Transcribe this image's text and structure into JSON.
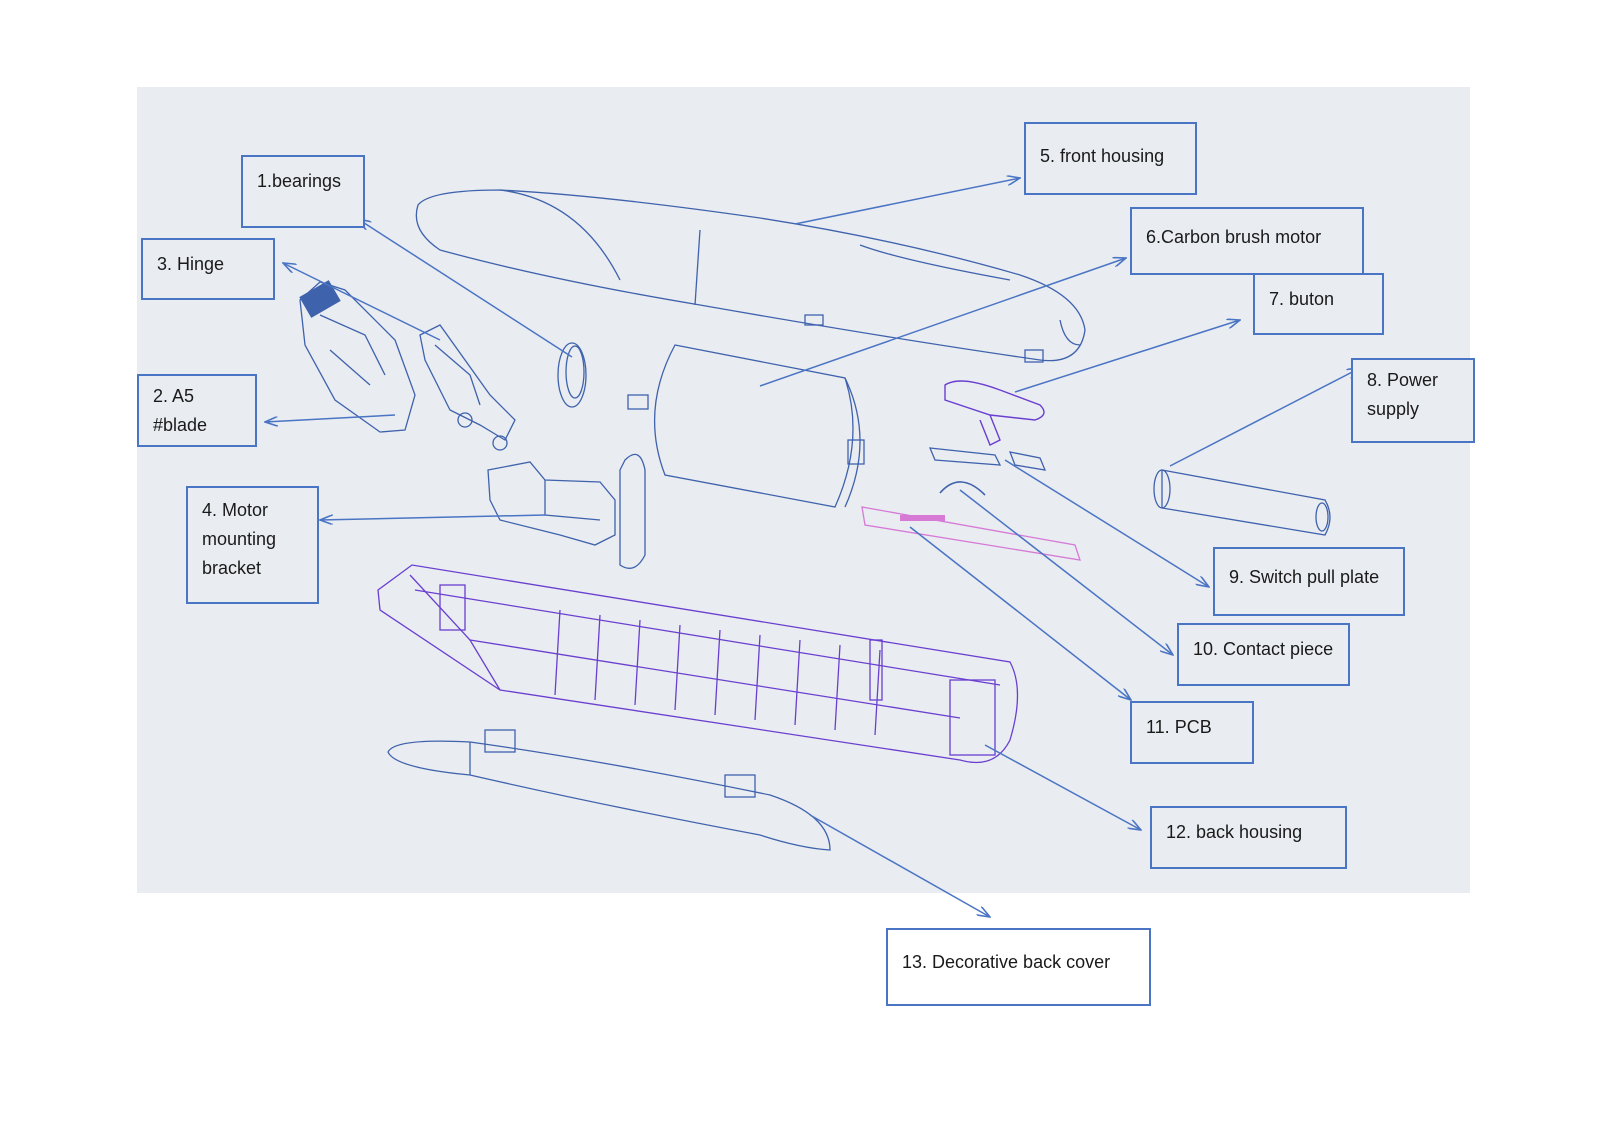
{
  "colors": {
    "panel_background": "#e9ecf1",
    "label_border": "#4a74c4",
    "leader_arrow": "#4a74c4",
    "outline_part": "#3f62ad",
    "highlight_part": "#6a3fd0",
    "pink_part": "#d67ad6"
  },
  "labels": {
    "bearings": "1.bearings",
    "blade_line1": "2.  A5",
    "blade_line2": "#blade",
    "hinge": "3.  Hinge",
    "motor_bracket_line1": "4.  Motor",
    "motor_bracket_line2": "mounting",
    "motor_bracket_line3": "bracket",
    "front_housing": "5. front housing",
    "carbon_brush_motor": "6.Carbon brush motor",
    "button": "7. buton",
    "power_supply_line1": "8.      Power",
    "power_supply_line2": "supply",
    "switch_pull_plate": "9. Switch pull plate",
    "contact_piece": "10. Contact piece",
    "pcb": "11. PCB",
    "back_housing": "12. back housing",
    "decorative_back_cover": "13. Decorative back cover"
  }
}
